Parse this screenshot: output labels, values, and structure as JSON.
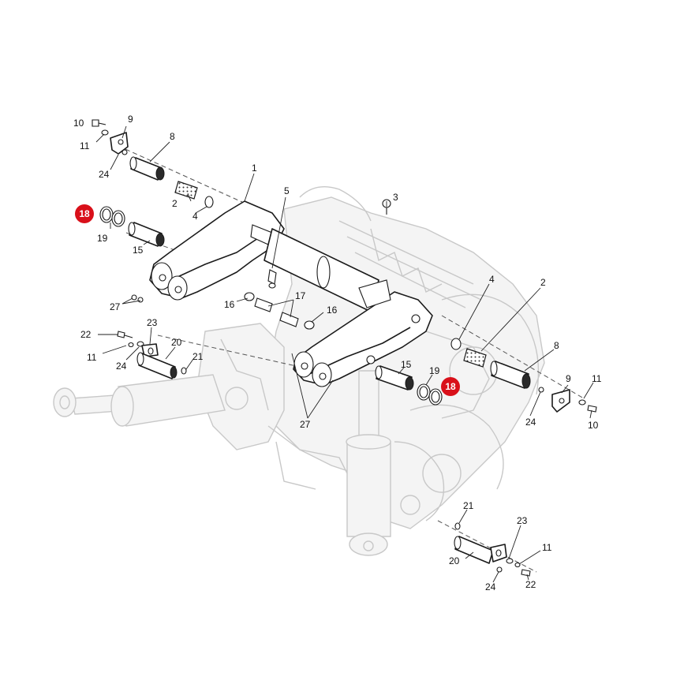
{
  "labels": {
    "l10a": "10",
    "l9a": "9",
    "l11a": "11",
    "l8a": "8",
    "l24a": "24",
    "l1": "1",
    "l5": "5",
    "l3": "3",
    "l2a": "2",
    "l4a": "4",
    "l18a": "18",
    "l19a": "19",
    "l15a": "15",
    "l27a": "27",
    "l16a": "16",
    "l17": "17",
    "l16b": "16",
    "l4b": "4",
    "l2b": "2",
    "l8b": "8",
    "l9b": "9",
    "l11b": "11",
    "l10b": "10",
    "l22a": "22",
    "l23a": "23",
    "l20a": "20",
    "l11c": "11",
    "l24b": "24",
    "l21a": "21",
    "l15b": "15",
    "l19b": "19",
    "l18b": "18",
    "l24c": "24",
    "l27b": "27",
    "l21b": "21",
    "l23b": "23",
    "l11d": "11",
    "l20b": "20",
    "l24d": "24",
    "l22b": "22"
  },
  "callout_color": "#d9101a"
}
